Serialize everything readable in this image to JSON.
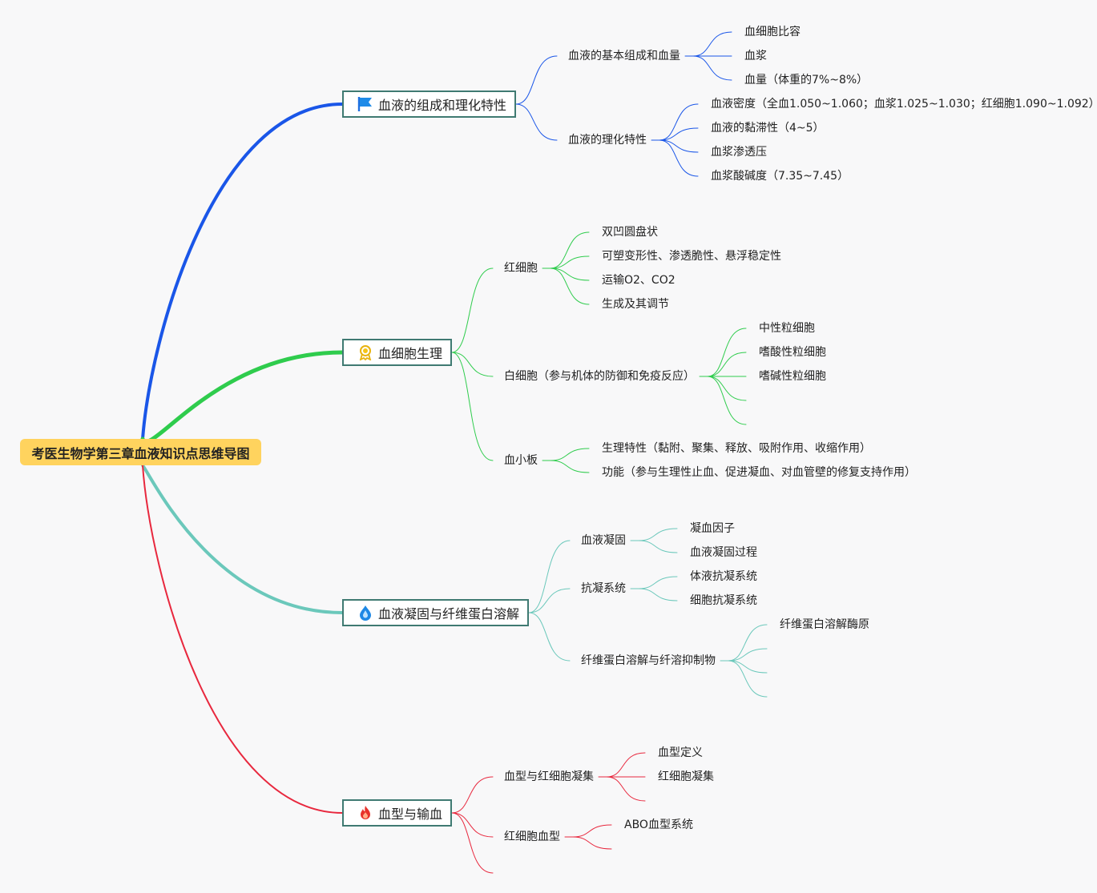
{
  "title": "考医生物学第三章血液知识点思维导图",
  "colors": {
    "blue": "#1a56e8",
    "green": "#2fcc4d",
    "teal": "#6bc8bb",
    "red": "#e8283e",
    "root_bg": "#ffd35e"
  },
  "branches": [
    {
      "label": "血液的组成和理化特性",
      "icon": "flag-icon",
      "color": "#1a56e8",
      "children": [
        {
          "label": "血液的基本组成和血量",
          "children": [
            "血细胞比容",
            "血浆",
            "血量（体重的7%~8%）"
          ]
        },
        {
          "label": "血液的理化特性",
          "children": [
            "血液密度（全血1.050~1.060；血浆1.025~1.030；红细胞1.090~1.092）",
            "血液的黏滞性（4~5）",
            "血浆渗透压",
            "血浆酸碱度（7.35~7.45）"
          ]
        }
      ]
    },
    {
      "label": "血细胞生理",
      "icon": "award-icon",
      "color": "#2fcc4d",
      "children": [
        {
          "label": "红细胞",
          "children": [
            "双凹圆盘状",
            "可塑变形性、渗透脆性、悬浮稳定性",
            "运输O2、CO2",
            "生成及其调节"
          ]
        },
        {
          "label": "白细胞（参与机体的防御和免疫反应）",
          "children": [
            "中性粒细胞",
            "嗜酸性粒细胞",
            "嗜碱性粒细胞",
            "",
            ""
          ]
        },
        {
          "label": "血小板",
          "children": [
            "生理特性（黏附、聚集、释放、吸附作用、收缩作用）",
            "功能（参与生理性止血、促进凝血、对血管壁的修复支持作用）"
          ]
        }
      ]
    },
    {
      "label": "血液凝固与纤维蛋白溶解",
      "icon": "water-drop-icon",
      "color": "#6bc8bb",
      "children": [
        {
          "label": "血液凝固",
          "children": [
            "凝血因子",
            "血液凝固过程"
          ]
        },
        {
          "label": "抗凝系统",
          "children": [
            "体液抗凝系统",
            "细胞抗凝系统"
          ]
        },
        {
          "label": "纤维蛋白溶解与纤溶抑制物",
          "children": [
            "纤维蛋白溶解酶原",
            "",
            "",
            ""
          ]
        }
      ]
    },
    {
      "label": "血型与输血",
      "icon": "fire-icon",
      "color": "#e8283e",
      "children": [
        {
          "label": "血型与红细胞凝集",
          "children": [
            "血型定义",
            "红细胞凝集",
            ""
          ]
        },
        {
          "label": "红细胞血型",
          "children": [
            "ABO血型系统",
            ""
          ]
        },
        {
          "label": "",
          "children": []
        }
      ]
    }
  ]
}
